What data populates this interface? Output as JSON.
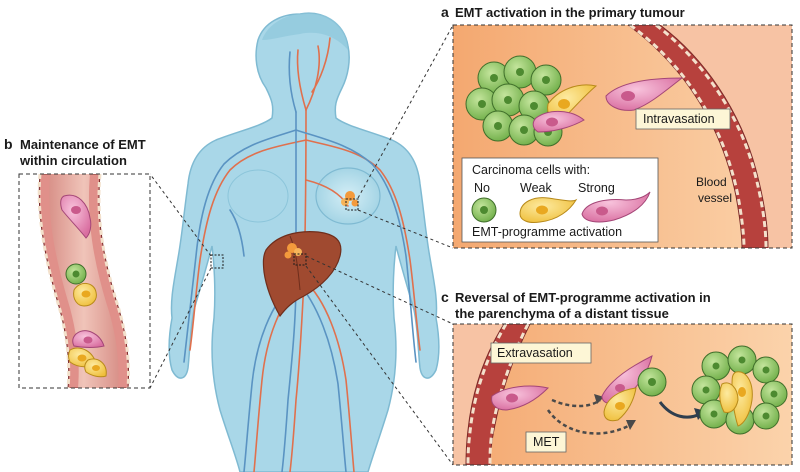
{
  "panel_a": {
    "letter": "a",
    "title": "EMT activation in the primary tumour",
    "intravasation": "Intravasation",
    "vessel_line1": "Blood",
    "vessel_line2": "vessel"
  },
  "legend": {
    "title": "Carcinoma cells with:",
    "levels": [
      "No",
      "Weak",
      "Strong"
    ],
    "footer": "EMT-programme activation"
  },
  "panel_b": {
    "letter": "b",
    "title_line1": "Maintenance of EMT",
    "title_line2": "within circulation"
  },
  "panel_c": {
    "letter": "c",
    "title_line1": "Reversal of EMT-programme activation in",
    "title_line2": "the parenchyma of a distant tissue",
    "extravasation": "Extravasation",
    "met": "MET"
  },
  "colors": {
    "body": "#a9d7e8",
    "body_edge": "#7fbad2",
    "artery": "#e0704d",
    "vein": "#5a93c2",
    "tissue": "#f5b07a",
    "tissue_light": "#f9cda4",
    "vessel_wall": "#b7413d",
    "cell_green": "#8cc264",
    "cell_yellow": "#f6d064",
    "cell_pink": "#e88ab3",
    "liver": "#a04a30",
    "label_box": "#fdf6d6"
  }
}
